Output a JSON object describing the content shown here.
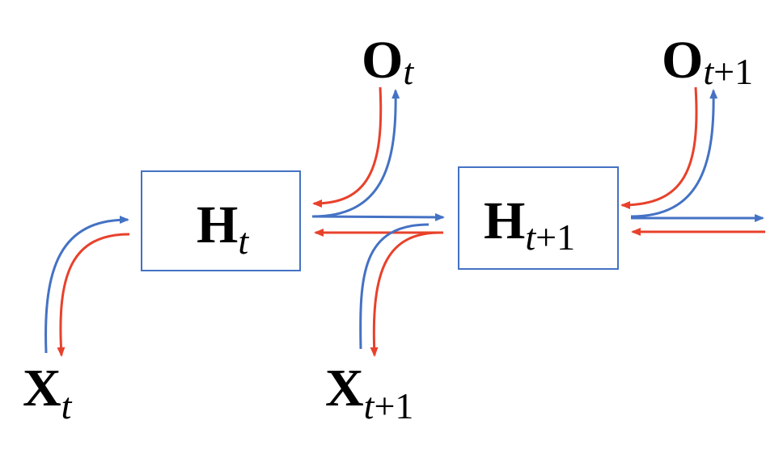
{
  "nodes": {
    "h_t": {
      "base": "H",
      "sub_var": "t",
      "sub_rest": ""
    },
    "h_t1": {
      "base": "H",
      "sub_var": "t",
      "sub_rest": "+1"
    }
  },
  "inputs": {
    "x_t": {
      "base": "X",
      "sub_var": "t",
      "sub_rest": ""
    },
    "x_t1": {
      "base": "X",
      "sub_var": "t",
      "sub_rest": "+1"
    }
  },
  "outputs": {
    "o_t": {
      "base": "O",
      "sub_var": "t",
      "sub_rest": ""
    },
    "o_t1": {
      "base": "O",
      "sub_var": "t",
      "sub_rest": "+1"
    }
  },
  "colors": {
    "forward": "#4472c4",
    "backward": "#e8412b",
    "box_border": "#4472c4",
    "text": "#000000"
  }
}
